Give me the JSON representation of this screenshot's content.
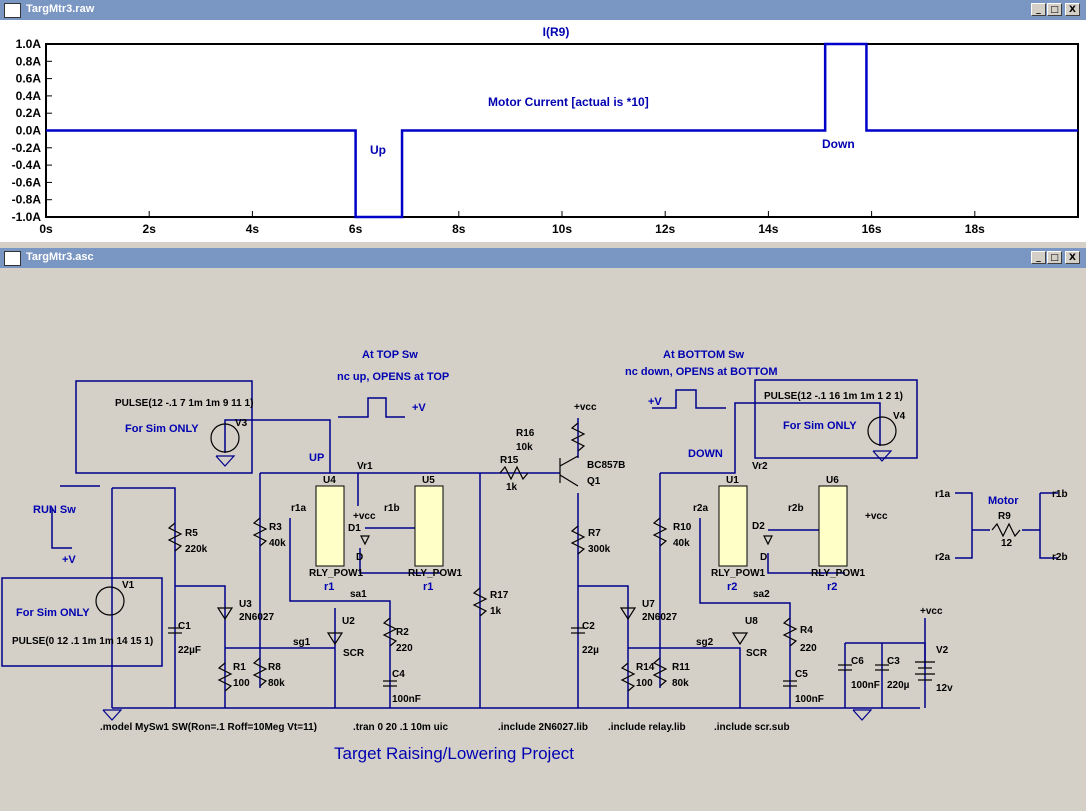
{
  "plot_window": {
    "title": "TargMtr3.raw",
    "trace_name": "I(R9)",
    "annotations": {
      "motor_current": "Motor Current [actual is *10]",
      "up": "Up",
      "down": "Down"
    }
  },
  "schematic_window": {
    "title": "TargMtr3.asc"
  },
  "window_buttons": {
    "minimize": "_",
    "restore": "□",
    "close": "X"
  },
  "chart_data": {
    "type": "line",
    "title": "I(R9)",
    "y_tick_labels": [
      "1.0A",
      "0.8A",
      "0.6A",
      "0.4A",
      "0.2A",
      "0.0A",
      "-0.2A",
      "-0.4A",
      "-0.6A",
      "-0.8A",
      "-1.0A"
    ],
    "x_tick_labels": [
      "0s",
      "2s",
      "4s",
      "6s",
      "8s",
      "10s",
      "12s",
      "14s",
      "16s",
      "18s"
    ],
    "xlim": [
      0,
      20
    ],
    "ylim": [
      -1.0,
      1.0
    ],
    "series": [
      {
        "color": "#0000c8",
        "x": [
          0,
          6.0,
          6.0,
          6.9,
          6.9,
          15.1,
          15.1,
          15.9,
          15.9,
          20
        ],
        "y": [
          0,
          0,
          -1.0,
          -1.0,
          0,
          0,
          1.0,
          1.0,
          0,
          0
        ]
      }
    ]
  },
  "schematic_labels": [
    {
      "id": "top_sw_title",
      "text": "At TOP Sw",
      "kind": "blue"
    },
    {
      "id": "top_sw_desc",
      "text": "nc up, OPENS at TOP",
      "kind": "blue"
    },
    {
      "id": "bot_sw_title",
      "text": "At BOTTOM Sw",
      "kind": "blue"
    },
    {
      "id": "bot_sw_desc",
      "text": "nc down, OPENS at BOTTOM",
      "kind": "blue"
    },
    {
      "id": "pulse3",
      "text": "PULSE(12 -.1 7 1m 1m 9 11 1)",
      "kind": "black"
    },
    {
      "id": "simonly3",
      "text": "For Sim ONLY",
      "kind": "blue"
    },
    {
      "id": "pulse4",
      "text": "PULSE(12 -.1 16 1m 1m 1 2 1)",
      "kind": "black"
    },
    {
      "id": "simonly4",
      "text": "For Sim ONLY",
      "kind": "blue"
    },
    {
      "id": "pulse1",
      "text": "PULSE(0 12 .1 1m 1m 14 15 1)",
      "kind": "black"
    },
    {
      "id": "simonly1",
      "text": "For Sim ONLY",
      "kind": "blue"
    },
    {
      "id": "run_sw",
      "text": "RUN Sw",
      "kind": "blue"
    },
    {
      "id": "plusv1",
      "text": "+V",
      "kind": "blue"
    },
    {
      "id": "plusv_top",
      "text": "+V",
      "kind": "blue"
    },
    {
      "id": "plusv_bot",
      "text": "+V",
      "kind": "blue"
    },
    {
      "id": "V1",
      "text": "V1",
      "kind": "black"
    },
    {
      "id": "V3",
      "text": "V3",
      "kind": "black"
    },
    {
      "id": "V4",
      "text": "V4",
      "kind": "black"
    },
    {
      "id": "V2",
      "text": "V2",
      "kind": "black"
    },
    {
      "id": "V2v",
      "text": "12v",
      "kind": "black"
    },
    {
      "id": "UP",
      "text": "UP",
      "kind": "blue"
    },
    {
      "id": "DOWN",
      "text": "DOWN",
      "kind": "blue"
    },
    {
      "id": "Vr1",
      "text": "Vr1",
      "kind": "black"
    },
    {
      "id": "Vr2",
      "text": "Vr2",
      "kind": "black"
    },
    {
      "id": "U4",
      "text": "U4",
      "kind": "black"
    },
    {
      "id": "U5",
      "text": "U5",
      "kind": "black"
    },
    {
      "id": "U1",
      "text": "U1",
      "kind": "black"
    },
    {
      "id": "U6",
      "text": "U6",
      "kind": "black"
    },
    {
      "id": "r1a",
      "text": "r1a",
      "kind": "black"
    },
    {
      "id": "r1b",
      "text": "r1b",
      "kind": "black"
    },
    {
      "id": "r2a",
      "text": "r2a",
      "kind": "black"
    },
    {
      "id": "r2b",
      "text": "r2b",
      "kind": "black"
    },
    {
      "id": "vcc1",
      "text": "+vcc",
      "kind": "black"
    },
    {
      "id": "vcc2",
      "text": "+vcc",
      "kind": "black"
    },
    {
      "id": "vccq",
      "text": "+vcc",
      "kind": "black"
    },
    {
      "id": "vccv2",
      "text": "+vcc",
      "kind": "black"
    },
    {
      "id": "D1",
      "text": "D1",
      "kind": "black"
    },
    {
      "id": "D2",
      "text": "D2",
      "kind": "black"
    },
    {
      "id": "Da",
      "text": "D",
      "kind": "black"
    },
    {
      "id": "Db",
      "text": "D",
      "kind": "black"
    },
    {
      "id": "rly1",
      "text": "RLY_POW1",
      "kind": "black"
    },
    {
      "id": "rly2",
      "text": "RLY_POW1",
      "kind": "black"
    },
    {
      "id": "rly3",
      "text": "RLY_POW1",
      "kind": "black"
    },
    {
      "id": "rly4",
      "text": "RLY_POW1",
      "kind": "black"
    },
    {
      "id": "r1_1",
      "text": "r1",
      "kind": "blue"
    },
    {
      "id": "r1_2",
      "text": "r1",
      "kind": "blue"
    },
    {
      "id": "r2_1",
      "text": "r2",
      "kind": "blue"
    },
    {
      "id": "r2_2",
      "text": "r2",
      "kind": "blue"
    },
    {
      "id": "R16",
      "text": "R16",
      "kind": "black"
    },
    {
      "id": "R16v",
      "text": "10k",
      "kind": "black"
    },
    {
      "id": "R15",
      "text": "R15",
      "kind": "black"
    },
    {
      "id": "R15v",
      "text": "1k",
      "kind": "black"
    },
    {
      "id": "BC",
      "text": "BC857B",
      "kind": "black"
    },
    {
      "id": "Q1",
      "text": "Q1",
      "kind": "black"
    },
    {
      "id": "R7",
      "text": "R7",
      "kind": "black"
    },
    {
      "id": "R7v",
      "text": "300k",
      "kind": "black"
    },
    {
      "id": "R5",
      "text": "R5",
      "kind": "black"
    },
    {
      "id": "R5v",
      "text": "220k",
      "kind": "black"
    },
    {
      "id": "R3",
      "text": "R3",
      "kind": "black"
    },
    {
      "id": "R3v",
      "text": "40k",
      "kind": "black"
    },
    {
      "id": "R10",
      "text": "R10",
      "kind": "black"
    },
    {
      "id": "R10v",
      "text": "40k",
      "kind": "black"
    },
    {
      "id": "R17",
      "text": "R17",
      "kind": "black"
    },
    {
      "id": "R17v",
      "text": "1k",
      "kind": "black"
    },
    {
      "id": "U3",
      "text": "U3",
      "kind": "black"
    },
    {
      "id": "U3p",
      "text": "2N6027",
      "kind": "black"
    },
    {
      "id": "U7",
      "text": "U7",
      "kind": "black"
    },
    {
      "id": "U7p",
      "text": "2N6027",
      "kind": "black"
    },
    {
      "id": "C1",
      "text": "C1",
      "kind": "black"
    },
    {
      "id": "C1v",
      "text": "22µF",
      "kind": "black"
    },
    {
      "id": "C2",
      "text": "C2",
      "kind": "black"
    },
    {
      "id": "C2v",
      "text": "22µ",
      "kind": "black"
    },
    {
      "id": "sa1",
      "text": "sa1",
      "kind": "black"
    },
    {
      "id": "sa2",
      "text": "sa2",
      "kind": "black"
    },
    {
      "id": "sg1",
      "text": "sg1",
      "kind": "black"
    },
    {
      "id": "sg2",
      "text": "sg2",
      "kind": "black"
    },
    {
      "id": "U2",
      "text": "U2",
      "kind": "black"
    },
    {
      "id": "U8",
      "text": "U8",
      "kind": "black"
    },
    {
      "id": "SCR1",
      "text": "SCR",
      "kind": "black"
    },
    {
      "id": "SCR2",
      "text": "SCR",
      "kind": "black"
    },
    {
      "id": "R2",
      "text": "R2",
      "kind": "black"
    },
    {
      "id": "R2v",
      "text": "220",
      "kind": "black"
    },
    {
      "id": "R4",
      "text": "R4",
      "kind": "black"
    },
    {
      "id": "R4v",
      "text": "220",
      "kind": "black"
    },
    {
      "id": "C4",
      "text": "C4",
      "kind": "black"
    },
    {
      "id": "C4v",
      "text": "100nF",
      "kind": "black"
    },
    {
      "id": "C5",
      "text": "C5",
      "kind": "black"
    },
    {
      "id": "C5v",
      "text": "100nF",
      "kind": "black"
    },
    {
      "id": "R1",
      "text": "R1",
      "kind": "black"
    },
    {
      "id": "R1v",
      "text": "100",
      "kind": "black"
    },
    {
      "id": "R8",
      "text": "R8",
      "kind": "black"
    },
    {
      "id": "R8v",
      "text": "80k",
      "kind": "black"
    },
    {
      "id": "R14",
      "text": "R14",
      "kind": "black"
    },
    {
      "id": "R14v",
      "text": "100",
      "kind": "black"
    },
    {
      "id": "R11",
      "text": "R11",
      "kind": "black"
    },
    {
      "id": "R11v",
      "text": "80k",
      "kind": "black"
    },
    {
      "id": "C6",
      "text": "C6",
      "kind": "black"
    },
    {
      "id": "C6v",
      "text": "100nF",
      "kind": "black"
    },
    {
      "id": "C3",
      "text": "C3",
      "kind": "black"
    },
    {
      "id": "C3v",
      "text": "220µ",
      "kind": "black"
    },
    {
      "id": "motor",
      "text": "Motor",
      "kind": "blue"
    },
    {
      "id": "R9",
      "text": "R9",
      "kind": "black"
    },
    {
      "id": "R9v",
      "text": "12",
      "kind": "black"
    },
    {
      "id": "mr1a",
      "text": "r1a",
      "kind": "black"
    },
    {
      "id": "mr1b",
      "text": "r1b",
      "kind": "black"
    },
    {
      "id": "mr2a",
      "text": "r2a",
      "kind": "black"
    },
    {
      "id": "mr2b",
      "text": "r2b",
      "kind": "black"
    },
    {
      "id": "model",
      "text": ".model MySw1  SW(Ron=.1 Roff=10Meg Vt=11)",
      "kind": "black"
    },
    {
      "id": "tran",
      "text": ".tran 0 20 .1 10m uic",
      "kind": "black"
    },
    {
      "id": "inc1",
      "text": ".include 2N6027.lib",
      "kind": "black"
    },
    {
      "id": "inc2",
      "text": ".include relay.lib",
      "kind": "black"
    },
    {
      "id": "inc3",
      "text": ".include scr.sub",
      "kind": "black"
    },
    {
      "id": "project",
      "text": "Target Raising/Lowering Project",
      "kind": "title"
    }
  ]
}
